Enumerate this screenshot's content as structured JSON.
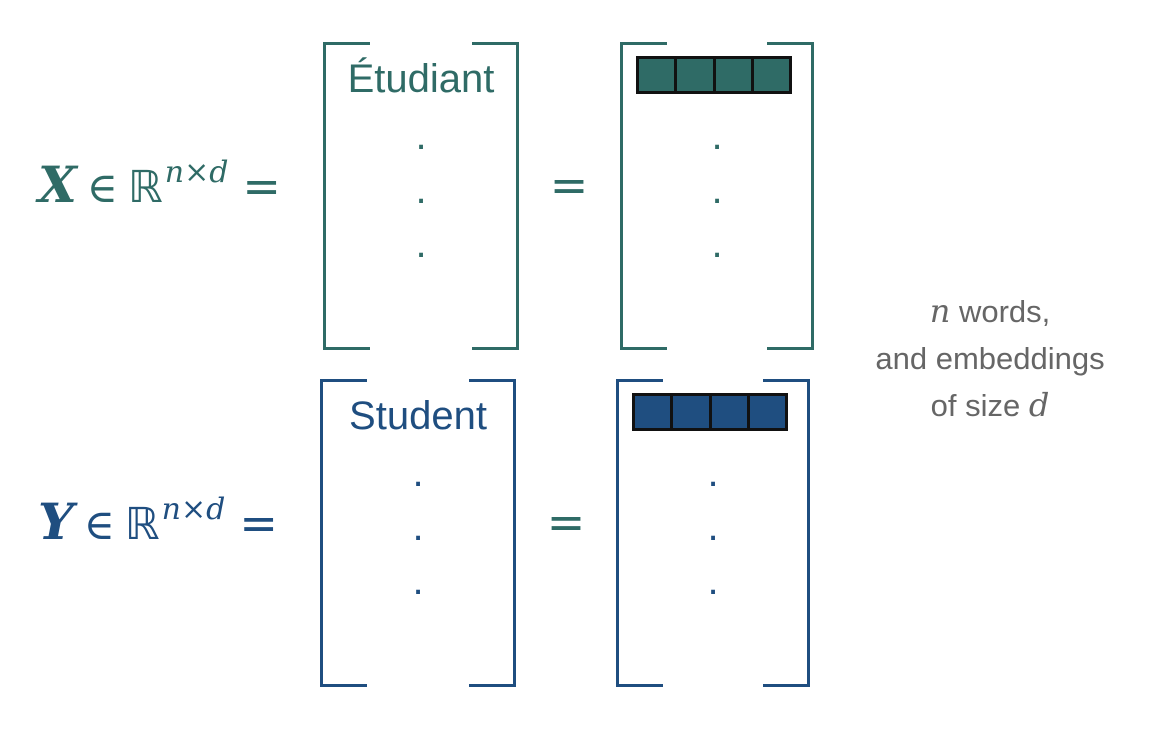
{
  "colors": {
    "x_row": "#2f6b66",
    "y_row": "#1f4e80",
    "caption": "#666666",
    "cell_border": "#111111"
  },
  "rows": [
    {
      "var": "X",
      "in": "∈",
      "set": "ℝ",
      "exponent": "n×d",
      "equals": "=",
      "word": "Étudiant",
      "dot": ".",
      "mid_equals": "=",
      "embedding_cells": 4
    },
    {
      "var": "Y",
      "in": "∈",
      "set": "ℝ",
      "exponent": "n×d",
      "equals": "=",
      "word": "Student",
      "dot": ".",
      "mid_equals": "=",
      "embedding_cells": 4
    }
  ],
  "caption": {
    "var_n": "n",
    "line1_rest": " words,",
    "line2": "and embeddings",
    "line3_prefix": "of size ",
    "var_d": "d"
  }
}
